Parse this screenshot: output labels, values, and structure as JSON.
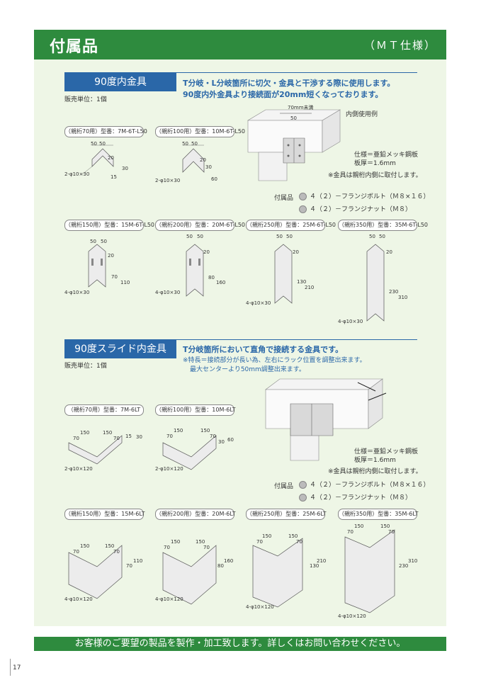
{
  "header": {
    "title": "付属品",
    "subtitle": "（ＭＴ仕様）"
  },
  "section1": {
    "title": "90度内金具",
    "unit": "販売単位：1個",
    "desc1": "T分岐・L分岐箇所に切欠・金具と干渉する際に使用します。",
    "desc2": "90度内外金具より接続面が20mm短くなっております。",
    "usage_label": "内側使用例",
    "dim_label": "70mm未満",
    "spec1": "仕様＝亜鉛メッキ鋼板",
    "spec2": "板厚＝1.6mm",
    "note": "※金具は親桁内側に取付します。",
    "acc_label": "付属品",
    "acc1": "４（２）－フランジボルト（Ｍ８×１６）",
    "acc2": "４（２）－フランジナット（Ｍ８）",
    "parts": [
      {
        "label": "（親桁70用）型番：7M-6T-L50",
        "dims": [
          "50",
          "50",
          "20",
          "30",
          "15"
        ],
        "hole": "2-φ10×30"
      },
      {
        "label": "（親桁100用）型番：10M-6T-L50",
        "dims": [
          "50",
          "50",
          "20",
          "30",
          "60"
        ],
        "hole": "2-φ10×30"
      },
      {
        "label": "（親桁150用）型番：15M-6T-L50",
        "dims": [
          "50",
          "50",
          "20",
          "70",
          "110"
        ],
        "hole": "4-φ10×30"
      },
      {
        "label": "（親桁200用）型番：20M-6T-L50",
        "dims": [
          "50",
          "50",
          "20",
          "80",
          "160"
        ],
        "hole": "4-φ10×30"
      },
      {
        "label": "（親桁250用）型番：25M-6T-L50",
        "dims": [
          "50",
          "50",
          "20",
          "130",
          "210"
        ],
        "hole": "4-φ10×30"
      },
      {
        "label": "（親桁350用）型番：35M-6T-L50",
        "dims": [
          "50",
          "50",
          "20",
          "230",
          "310"
        ],
        "hole": "4-φ10×30"
      }
    ]
  },
  "section2": {
    "title": "90度スライド内金具",
    "unit": "販売単位：1個",
    "desc1": "T分岐箇所において直角で接続する金具です。",
    "note1": "※特長＝接続部分が長い為、左右にラック位置を調整出来ます。",
    "note2": "最大センターより50mm調整出来ます。",
    "spec1": "仕様＝亜鉛メッキ鋼板",
    "spec2": "板厚＝1.6mm",
    "note": "※金具は親桁内側に取付します。",
    "acc_label": "付属品",
    "acc1": "４（２）－フランジボルト（Ｍ８×１６）",
    "acc2": "４（２）－フランジナット（Ｍ８）",
    "parts": [
      {
        "label": "（親桁70用）型番：7M-6LT",
        "dims": [
          "150",
          "150",
          "70",
          "70",
          "15",
          "30"
        ],
        "hole": "2-φ10×120"
      },
      {
        "label": "（親桁100用）型番：10M-6LT",
        "dims": [
          "150",
          "150",
          "70",
          "70",
          "30",
          "60"
        ],
        "hole": "2-φ10×120"
      },
      {
        "label": "（親桁150用）型番：15M-6LT",
        "dims": [
          "150",
          "150",
          "70",
          "70",
          "70",
          "110"
        ],
        "hole": "4-φ10×120"
      },
      {
        "label": "（親桁200用）型番：20M-6LT",
        "dims": [
          "150",
          "150",
          "70",
          "70",
          "80",
          "160"
        ],
        "hole": "4-φ10×120"
      },
      {
        "label": "（親桁250用）型番：25M-6LT",
        "dims": [
          "150",
          "150",
          "70",
          "70",
          "130",
          "210"
        ],
        "hole": "4-φ10×120"
      },
      {
        "label": "（親桁350用）型番：35M-6LT",
        "dims": [
          "150",
          "150",
          "70",
          "70",
          "230",
          "310"
        ],
        "hole": "4-φ10×120"
      }
    ]
  },
  "footer": {
    "text": "お客様のご要望の製品を製作・加工致します。詳しくはお問い合わせください。"
  },
  "page_number": "17"
}
